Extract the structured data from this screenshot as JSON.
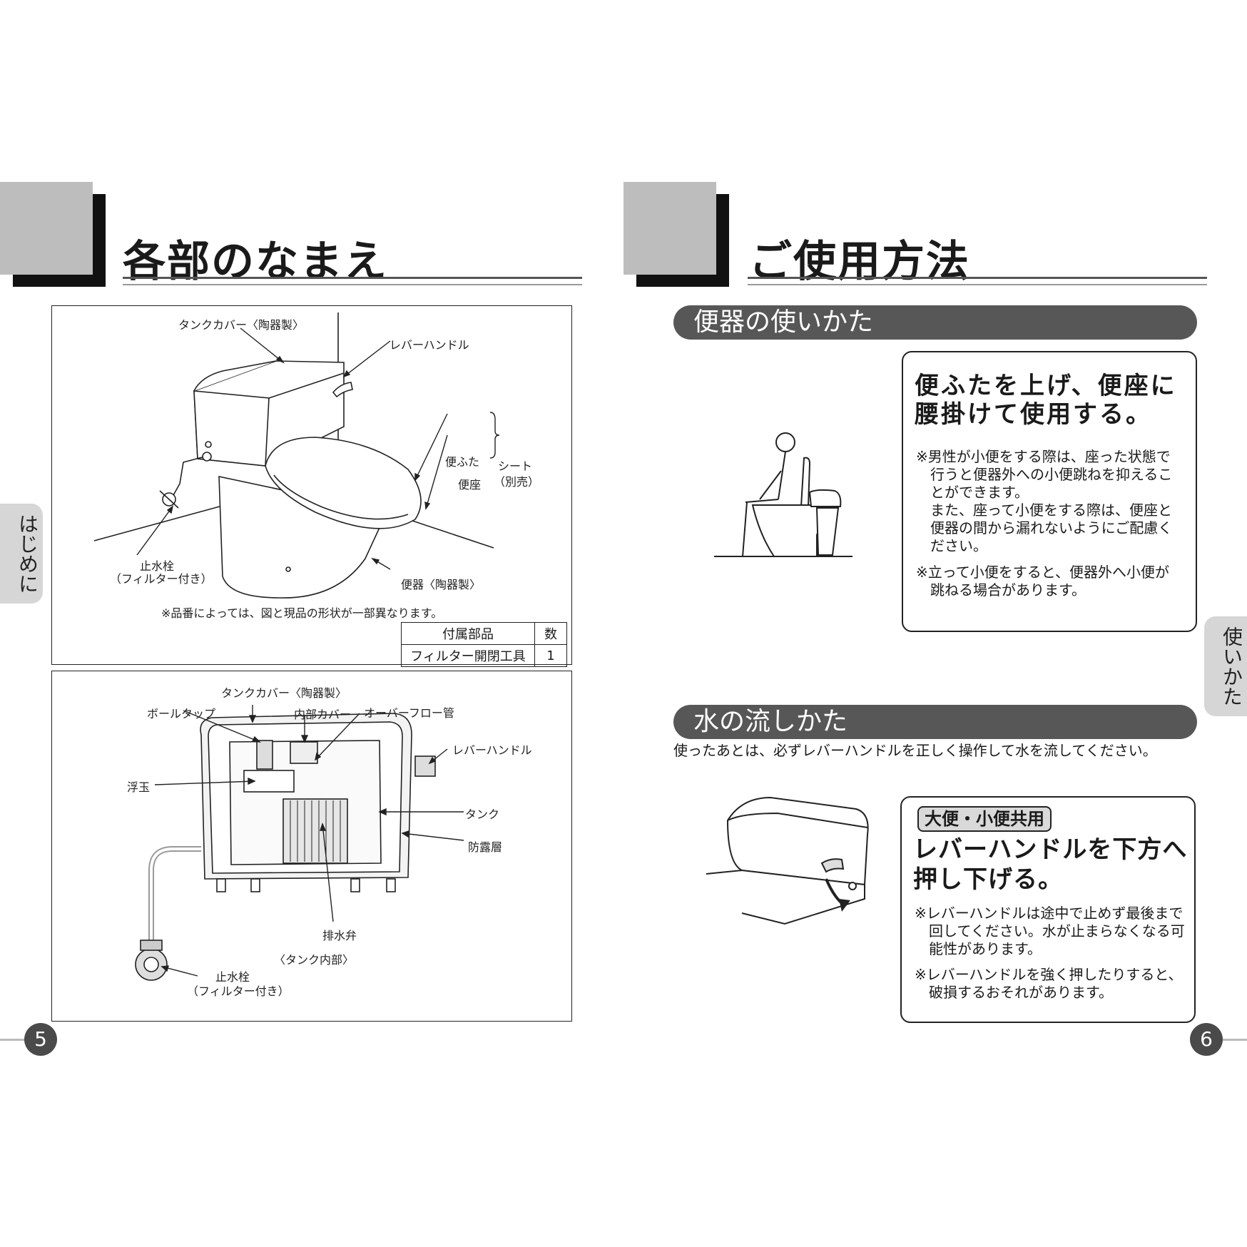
{
  "left_page": {
    "title": "各部のなまえ",
    "side_tab": "はじめに",
    "page_number": "5",
    "figure1": {
      "labels": {
        "tank_cover": "タンクカバー〈陶器製〉",
        "lever_handle": "レバーハンドル",
        "lid": "便ふた",
        "seat": "便座",
        "seat_group_line1": "シート",
        "seat_group_line2": "（別売）",
        "stop_valve_line1": "止水栓",
        "stop_valve_line2": "（フィルター付き）",
        "bowl": "便器〈陶器製〉"
      },
      "note": "※品番によっては、図と現品の形状が一部異なります。",
      "table": {
        "headers": [
          "付属部品",
          "数"
        ],
        "rows": [
          [
            "フィルター開閉工具",
            "1"
          ]
        ]
      }
    },
    "figure2": {
      "labels": {
        "tank_cover": "タンクカバー〈陶器製〉",
        "ball_tap": "ボールタップ",
        "inner_cover": "内部カバー",
        "overflow_pipe": "オーバーフロー管",
        "lever_handle": "レバーハンドル",
        "float": "浮玉",
        "tank": "タンク",
        "anti_condensation": "防露層",
        "drain_valve": "排水弁",
        "caption": "〈タンク内部〉",
        "stop_valve_line1": "止水栓",
        "stop_valve_line2": "（フィルター付き）"
      }
    }
  },
  "right_page": {
    "title": "ご使用方法",
    "side_tab": "使いかた",
    "page_number": "6",
    "section1": {
      "heading": "便器の使いかた",
      "box_heading_line1": "便ふたを上げ、便座に",
      "box_heading_line2": "腰掛けて使用する。",
      "notes": [
        [
          "※男性が小便をする際は、座った状態で",
          "　行うと便器外への小便跳ねを抑えるこ",
          "　とができます。",
          "　また、座って小便をする際は、便座と",
          "　便器の間から漏れないようにご配慮く",
          "　ださい。"
        ],
        [
          "※立って小便をすると、便器外へ小便が",
          "　跳ねる場合があります。"
        ]
      ]
    },
    "section2": {
      "heading": "水の流しかた",
      "intro": "使ったあとは、必ずレバーハンドルを正しく操作して水を流してください。",
      "badge": "大便・小便共用",
      "box_heading_line1": "レバーハンドルを下方へ",
      "box_heading_line2": "押し下げる。",
      "notes": [
        [
          "※レバーハンドルは途中で止めず最後まで",
          "　回してください。水が止まらなくなる可",
          "　能性があります。"
        ],
        [
          "※レバーハンドルを強く押したりすると、",
          "　破損するおそれがあります。"
        ]
      ]
    }
  }
}
